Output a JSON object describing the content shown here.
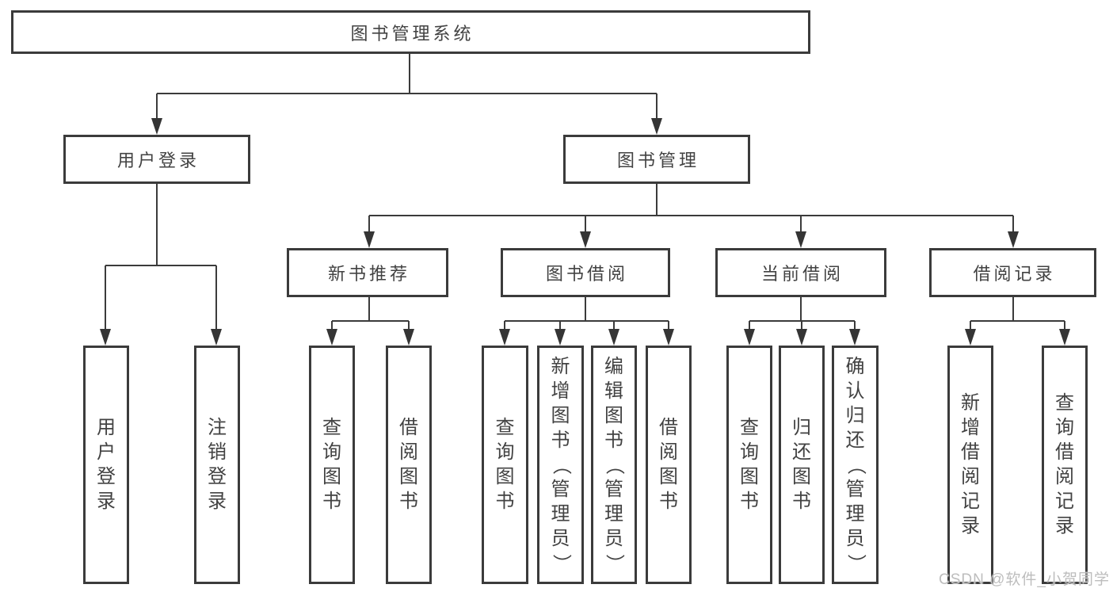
{
  "diagram": {
    "root": {
      "label": "图书管理系统"
    },
    "level2": [
      {
        "label": "用户登录"
      },
      {
        "label": "图书管理"
      }
    ],
    "level3": [
      {
        "label": "新书推荐"
      },
      {
        "label": "图书借阅"
      },
      {
        "label": "当前借阅"
      },
      {
        "label": "借阅记录"
      }
    ],
    "leaves": {
      "user_login": [
        "用户登录",
        "注销登录"
      ],
      "new_book": [
        "查询图书",
        "借阅图书"
      ],
      "borrow": [
        "查询图书",
        "新增图书（管理员）",
        "编辑图书（管理员）",
        "借阅图书"
      ],
      "current": [
        "查询图书",
        "归还图书",
        "确认归还（管理员）"
      ],
      "records": [
        "新增借阅记录",
        "查询借阅记录"
      ]
    }
  },
  "watermark": "CSDN @软件_小贺同学",
  "colors": {
    "line": "#3b3b3b",
    "text": "#424242",
    "watermark": "#bdbdbd",
    "background": "#ffffff"
  }
}
